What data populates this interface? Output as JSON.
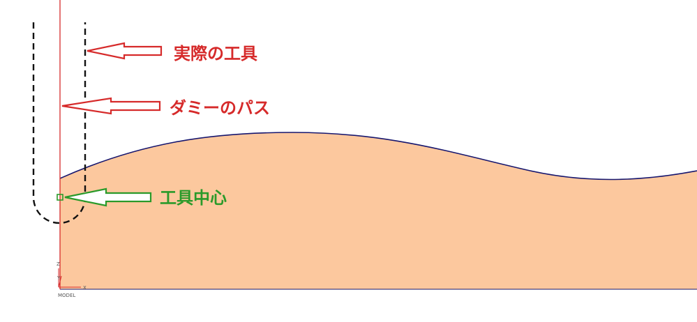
{
  "annotations": {
    "actual_tool": {
      "label": "実際の工具",
      "color": "#d62a2a"
    },
    "dummy_path": {
      "label": "ダミーのパス",
      "color": "#d62a2a"
    },
    "tool_center": {
      "label": "工具中心",
      "color": "#2a9a2a"
    }
  },
  "colors": {
    "workpiece_fill": "#fcc89e",
    "workpiece_outline": "#16166e",
    "dummy_path_line": "#d62a2a",
    "tool_outline": "#111111",
    "tool_center_marker": "#2a9a2a",
    "axis_triad": "#d62a2a"
  },
  "axis_triad": {
    "z_label": "Z",
    "x_label": "X",
    "y_label": "Y",
    "view_label": "MODEL"
  }
}
